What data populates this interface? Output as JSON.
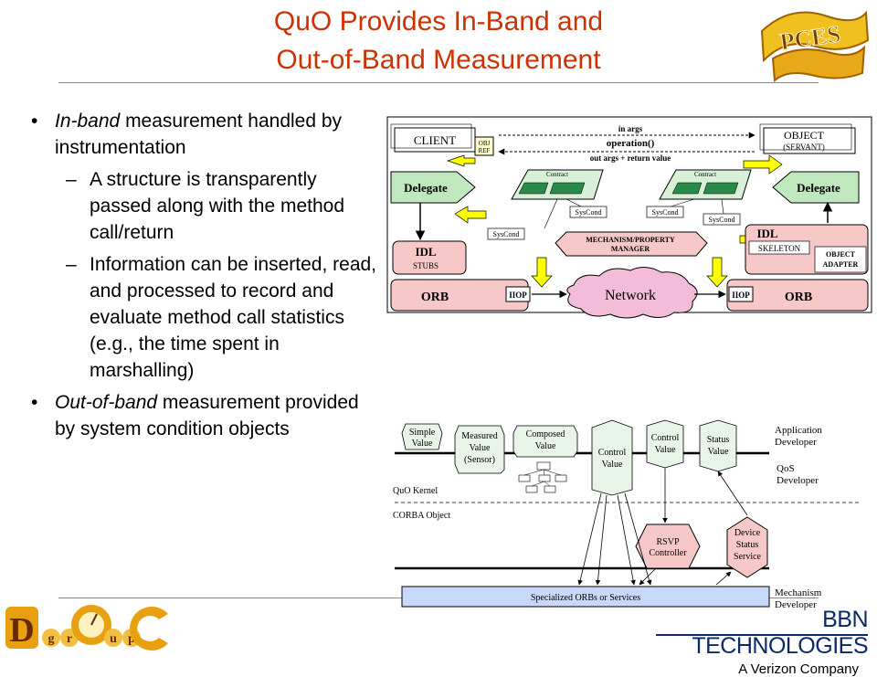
{
  "slide": {
    "title_line1": "QuO Provides In-Band and",
    "title_line2": "Out-of-Band Measurement",
    "bullet1_em": "In-band",
    "bullet1_rest": " measurement handled by instrumentation",
    "sub1": "A structure is transparently passed along with the method call/return",
    "sub2": "Information can be inserted, read, and processed to record and evaluate method call statistics (e.g., the time spent in marshalling)",
    "bullet2_em": "Out-of-band",
    "bullet2_rest": " measurement provided by system condition objects",
    "bullet_glyph": "•",
    "dash_glyph": "–"
  },
  "diagram1": {
    "client": "CLIENT",
    "object_l1": "OBJECT",
    "object_l2": "(SERVANT)",
    "objref_l1": "OBJ",
    "objref_l2": "REF",
    "in_args": "in args",
    "operation": "operation()",
    "out_args": "out args + return value",
    "delegate_left": "Delegate",
    "delegate_right": "Delegate",
    "contract_left": "Contract",
    "contract_right": "Contract",
    "syscond_a": "SysCond",
    "syscond_b": "SysCond",
    "syscond_c": "SysCond",
    "syscond_d": "SysCond",
    "mech_l1": "MECHANISM/PROPERTY",
    "mech_l2": "MANAGER",
    "idl_stubs_l1": "IDL",
    "idl_stubs_l2": "STUBS",
    "idl_skel_l1": "IDL",
    "idl_skel_l2": "SKELETON",
    "oa_l1": "OBJECT",
    "oa_l2": "ADAPTER",
    "orb_left": "ORB",
    "orb_right": "ORB",
    "iiop_left": "IIOP",
    "iiop_right": "IIOP",
    "network": "Network"
  },
  "diagram2": {
    "simple_l1": "Simple",
    "simple_l2": "Value",
    "measured_l1": "Measured",
    "measured_l2": "Value",
    "measured_l3": "(Sensor)",
    "composed_l1": "Composed",
    "composed_l2": "Value",
    "control1_l1": "Control",
    "control1_l2": "Value",
    "control2_l1": "Control",
    "control2_l2": "Value",
    "status_l1": "Status",
    "status_l2": "Value",
    "app_dev_l1": "Application",
    "app_dev_l2": "Developer",
    "qos_dev_l1": "QoS",
    "qos_dev_l2": "Developer",
    "quo_kernel": "QuO Kernel",
    "corba_object": "CORBA Object",
    "rsvp_l1": "RSVP",
    "rsvp_l2": "Controller",
    "device_l1": "Device",
    "device_l2": "Status",
    "device_l3": "Service",
    "specialized": "Specialized ORBs or Services",
    "mech_dev_l1": "Mechanism",
    "mech_dev_l2": "Developer"
  },
  "logos": {
    "pces": "PCES",
    "doc_letters": [
      "D",
      "g",
      "r",
      "O",
      "u",
      "p",
      "C"
    ],
    "bbn_name": "BBN TECHNOLOGIES",
    "bbn_sub": "A Verizon Company"
  },
  "colors": {
    "title": "#cc3300",
    "box_fill": "#f7c8c8",
    "delegate_fill": "#bfe8bf",
    "arrow_yellow": "#ffff00",
    "network_fill": "#f3bcd8",
    "spec_fill": "#c8d8f8"
  }
}
